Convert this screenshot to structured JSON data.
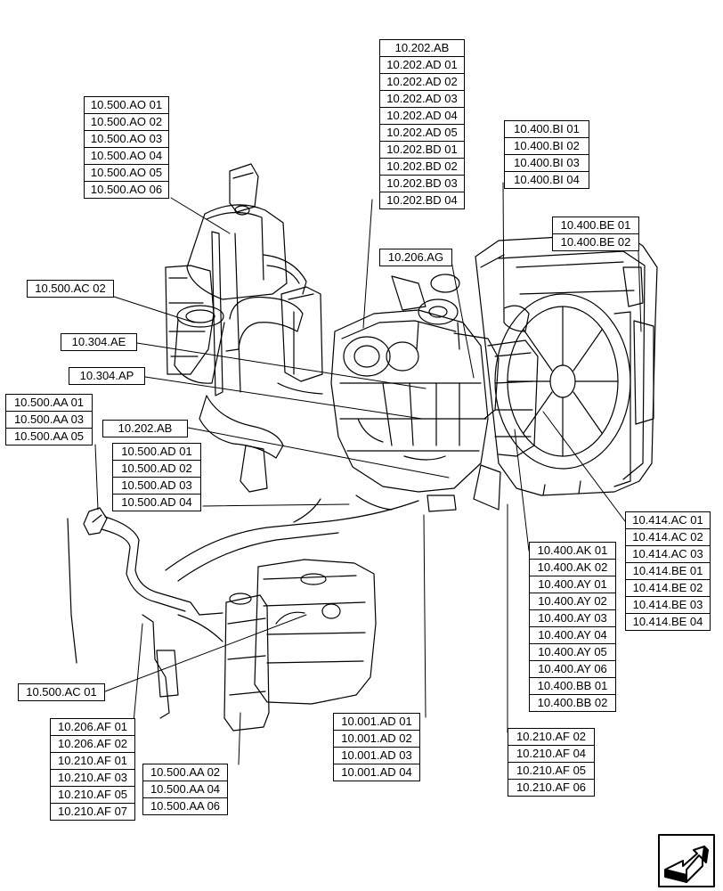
{
  "diagram": {
    "callouts": {
      "engine_modules": [
        "10.202.AB",
        "10.202.AD 01",
        "10.202.AD 02",
        "10.202.AD 03",
        "10.202.AD 04",
        "10.202.AD 05",
        "10.202.BD 01",
        "10.202.BD 02",
        "10.202.BD 03",
        "10.202.BD 04"
      ],
      "muffler": [
        "10.500.AO 01",
        "10.500.AO 02",
        "10.500.AO 03",
        "10.500.AO 04",
        "10.500.AO 05",
        "10.500.AO 06"
      ],
      "radiator_top": [
        "10.400.BI 01",
        "10.400.BI 02",
        "10.400.BI 03",
        "10.400.BI 04"
      ],
      "radiator_side": [
        "10.400.BE 01",
        "10.400.BE 02"
      ],
      "turbo": [
        "10.206.AG"
      ],
      "exhaust_pipe": [
        "10.500.AC 02"
      ],
      "ae": [
        "10.304.AE"
      ],
      "ap": [
        "10.304.AP"
      ],
      "aa_left": [
        "10.500.AA 01",
        "10.500.AA 03",
        "10.500.AA 05"
      ],
      "ab": [
        "10.202.AB"
      ],
      "ad_group": [
        "10.500.AD 01",
        "10.500.AD 02",
        "10.500.AD 03",
        "10.500.AD 04"
      ],
      "ac_right": [
        "10.414.AC 01",
        "10.414.AC 02",
        "10.414.AC 03",
        "10.414.BE 01",
        "10.414.BE 02",
        "10.414.BE 03",
        "10.414.BE 04"
      ],
      "ak_ay_bb": [
        "10.400.AK 01",
        "10.400.AK 02",
        "10.400.AY 01",
        "10.400.AY 02",
        "10.400.AY 03",
        "10.400.AY 04",
        "10.400.AY 05",
        "10.400.AY 06",
        "10.400.BB 01",
        "10.400.BB 02"
      ],
      "ac_left": [
        "10.500.AC 01"
      ],
      "af_left": [
        "10.206.AF 01",
        "10.206.AF 02",
        "10.210.AF 01",
        "10.210.AF 03",
        "10.210.AF 05",
        "10.210.AF 07"
      ],
      "aa_bottom": [
        "10.500.AA 02",
        "10.500.AA 04",
        "10.500.AA 06"
      ],
      "ad_bottom": [
        "10.001.AD 01",
        "10.001.AD 02",
        "10.001.AD 03",
        "10.001.AD 04"
      ],
      "af_right": [
        "10.210.AF 02",
        "10.210.AF 04",
        "10.210.AF 05",
        "10.210.AF 06"
      ]
    },
    "nav_icon": "next-page-arrow-icon"
  }
}
